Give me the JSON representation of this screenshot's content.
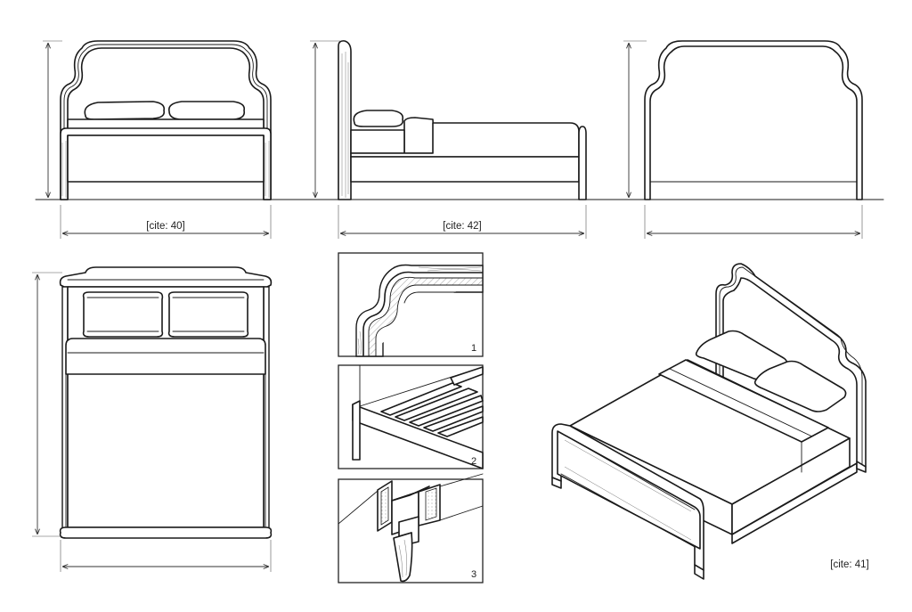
{
  "dimensions": {
    "front_width": "[cite: 40]",
    "side_length": "[cite: 42]",
    "iso_caption": "[cite: 41]"
  },
  "details": [
    {
      "number": "1"
    },
    {
      "number": "2"
    },
    {
      "number": "3"
    }
  ]
}
